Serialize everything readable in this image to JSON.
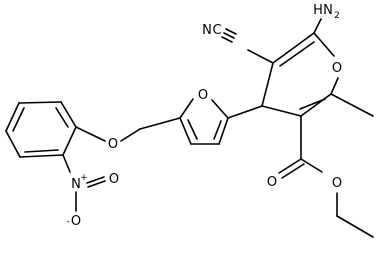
{
  "structure": {
    "type": "skeletal-formula",
    "atoms": {
      "o_pyran": "O",
      "nh2_h": "H",
      "nh2_n": "N",
      "nh2_sub": "2",
      "cn_n": "N",
      "cn_c": "C",
      "o_furan": "O",
      "o_ether": "O",
      "nitro_n": "N",
      "nitro_n_charge": "+",
      "nitro_o_top": "O",
      "nitro_o_bottom": "O",
      "nitro_o_charge": "-",
      "ester_o_carbonyl": "O",
      "ester_o_alkyl": "O"
    }
  }
}
